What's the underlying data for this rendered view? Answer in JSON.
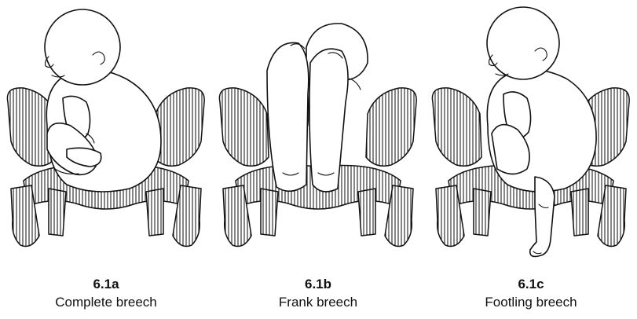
{
  "figures": [
    {
      "id": "6.1a",
      "title": "Complete breech"
    },
    {
      "id": "6.1b",
      "title": "Frank breech"
    },
    {
      "id": "6.1c",
      "title": "Footling breech"
    }
  ]
}
